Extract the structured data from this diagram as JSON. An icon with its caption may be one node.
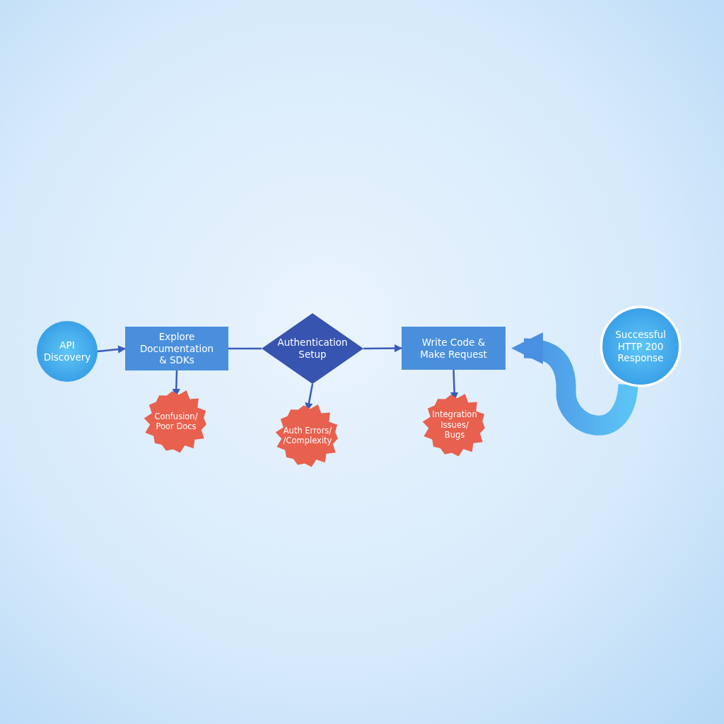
{
  "diagram": {
    "nodes": [
      {
        "text": [
          "API Discovery"
        ]
      },
      {
        "text": [
          "Explore Documentation & SDKs"
        ]
      },
      {
        "text": [
          "Authentication Setup"
        ]
      },
      {
        "text": [
          "Write Code & Make Request"
        ]
      },
      {
        "text": [
          "Successful HTTP 200 Response"
        ]
      },
      {
        "text": [
          "Confusion/ Poor Docs"
        ]
      },
      {
        "text": [
          "Auth Errors/ /Complexity"
        ]
      },
      {
        "text": [
          "Integration Issues/ Bugs"
        ]
      }
    ],
    "edges": [
      {
        "from": 0,
        "to": 1,
        "arrow": "to"
      },
      {
        "from": 1,
        "to": 2,
        "arrow": "none"
      },
      {
        "from": 2,
        "to": 3,
        "arrow": "to"
      },
      {
        "from": 4,
        "to": 3,
        "arrow": "to",
        "style": "thick",
        "color": "#4a90e2"
      },
      {
        "from": 1,
        "to": 5,
        "arrow": "to"
      },
      {
        "from": 2,
        "to": 6,
        "arrow": "to"
      },
      {
        "from": 3,
        "to": 7,
        "arrow": "to"
      }
    ]
  }
}
